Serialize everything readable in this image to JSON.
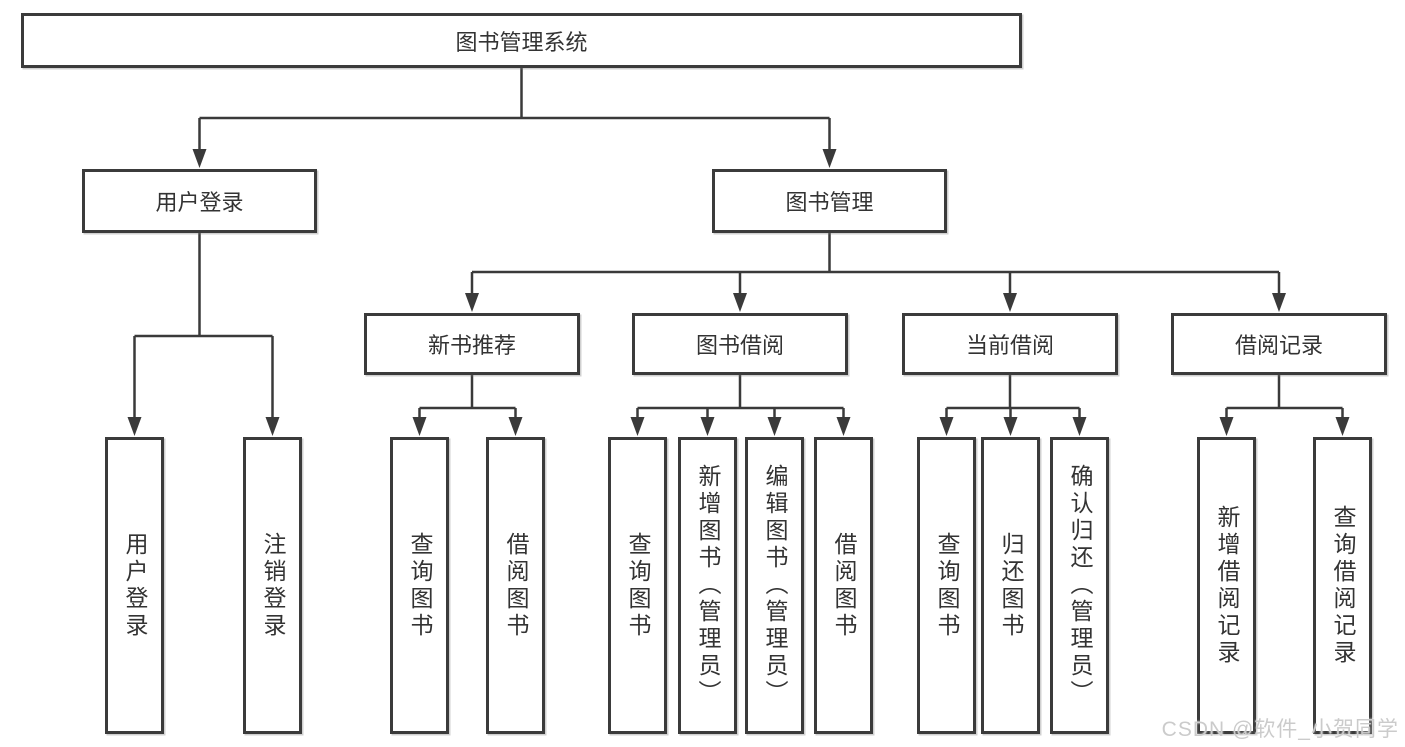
{
  "nodes": {
    "root": "图书管理系统",
    "user_login": "用户登录",
    "book_mgmt": "图书管理",
    "new_book_rec": "新书推荐",
    "book_borrow": "图书借阅",
    "current_borrow": "当前借阅",
    "borrow_records": "借阅记录",
    "ul_login": "用户登录",
    "ul_logout": "注销登录",
    "nb_query": "查询图书",
    "nb_borrow": "借阅图书",
    "bb_query": "查询图书",
    "bb_add": "新增图书（管理员）",
    "bb_edit": "编辑图书（管理员）",
    "bb_borrow": "借阅图书",
    "cb_query": "查询图书",
    "cb_return": "归还图书",
    "cb_confirm": "确认归还（管理员）",
    "br_add": "新增借阅记录",
    "br_query": "查询借阅记录"
  },
  "watermark": "CSDN @软件_小贺同学",
  "colors": {
    "line": "#3a3a3a",
    "box_border": "#3b3b3b",
    "text": "#333333",
    "watermark": "#cbcbcb"
  }
}
